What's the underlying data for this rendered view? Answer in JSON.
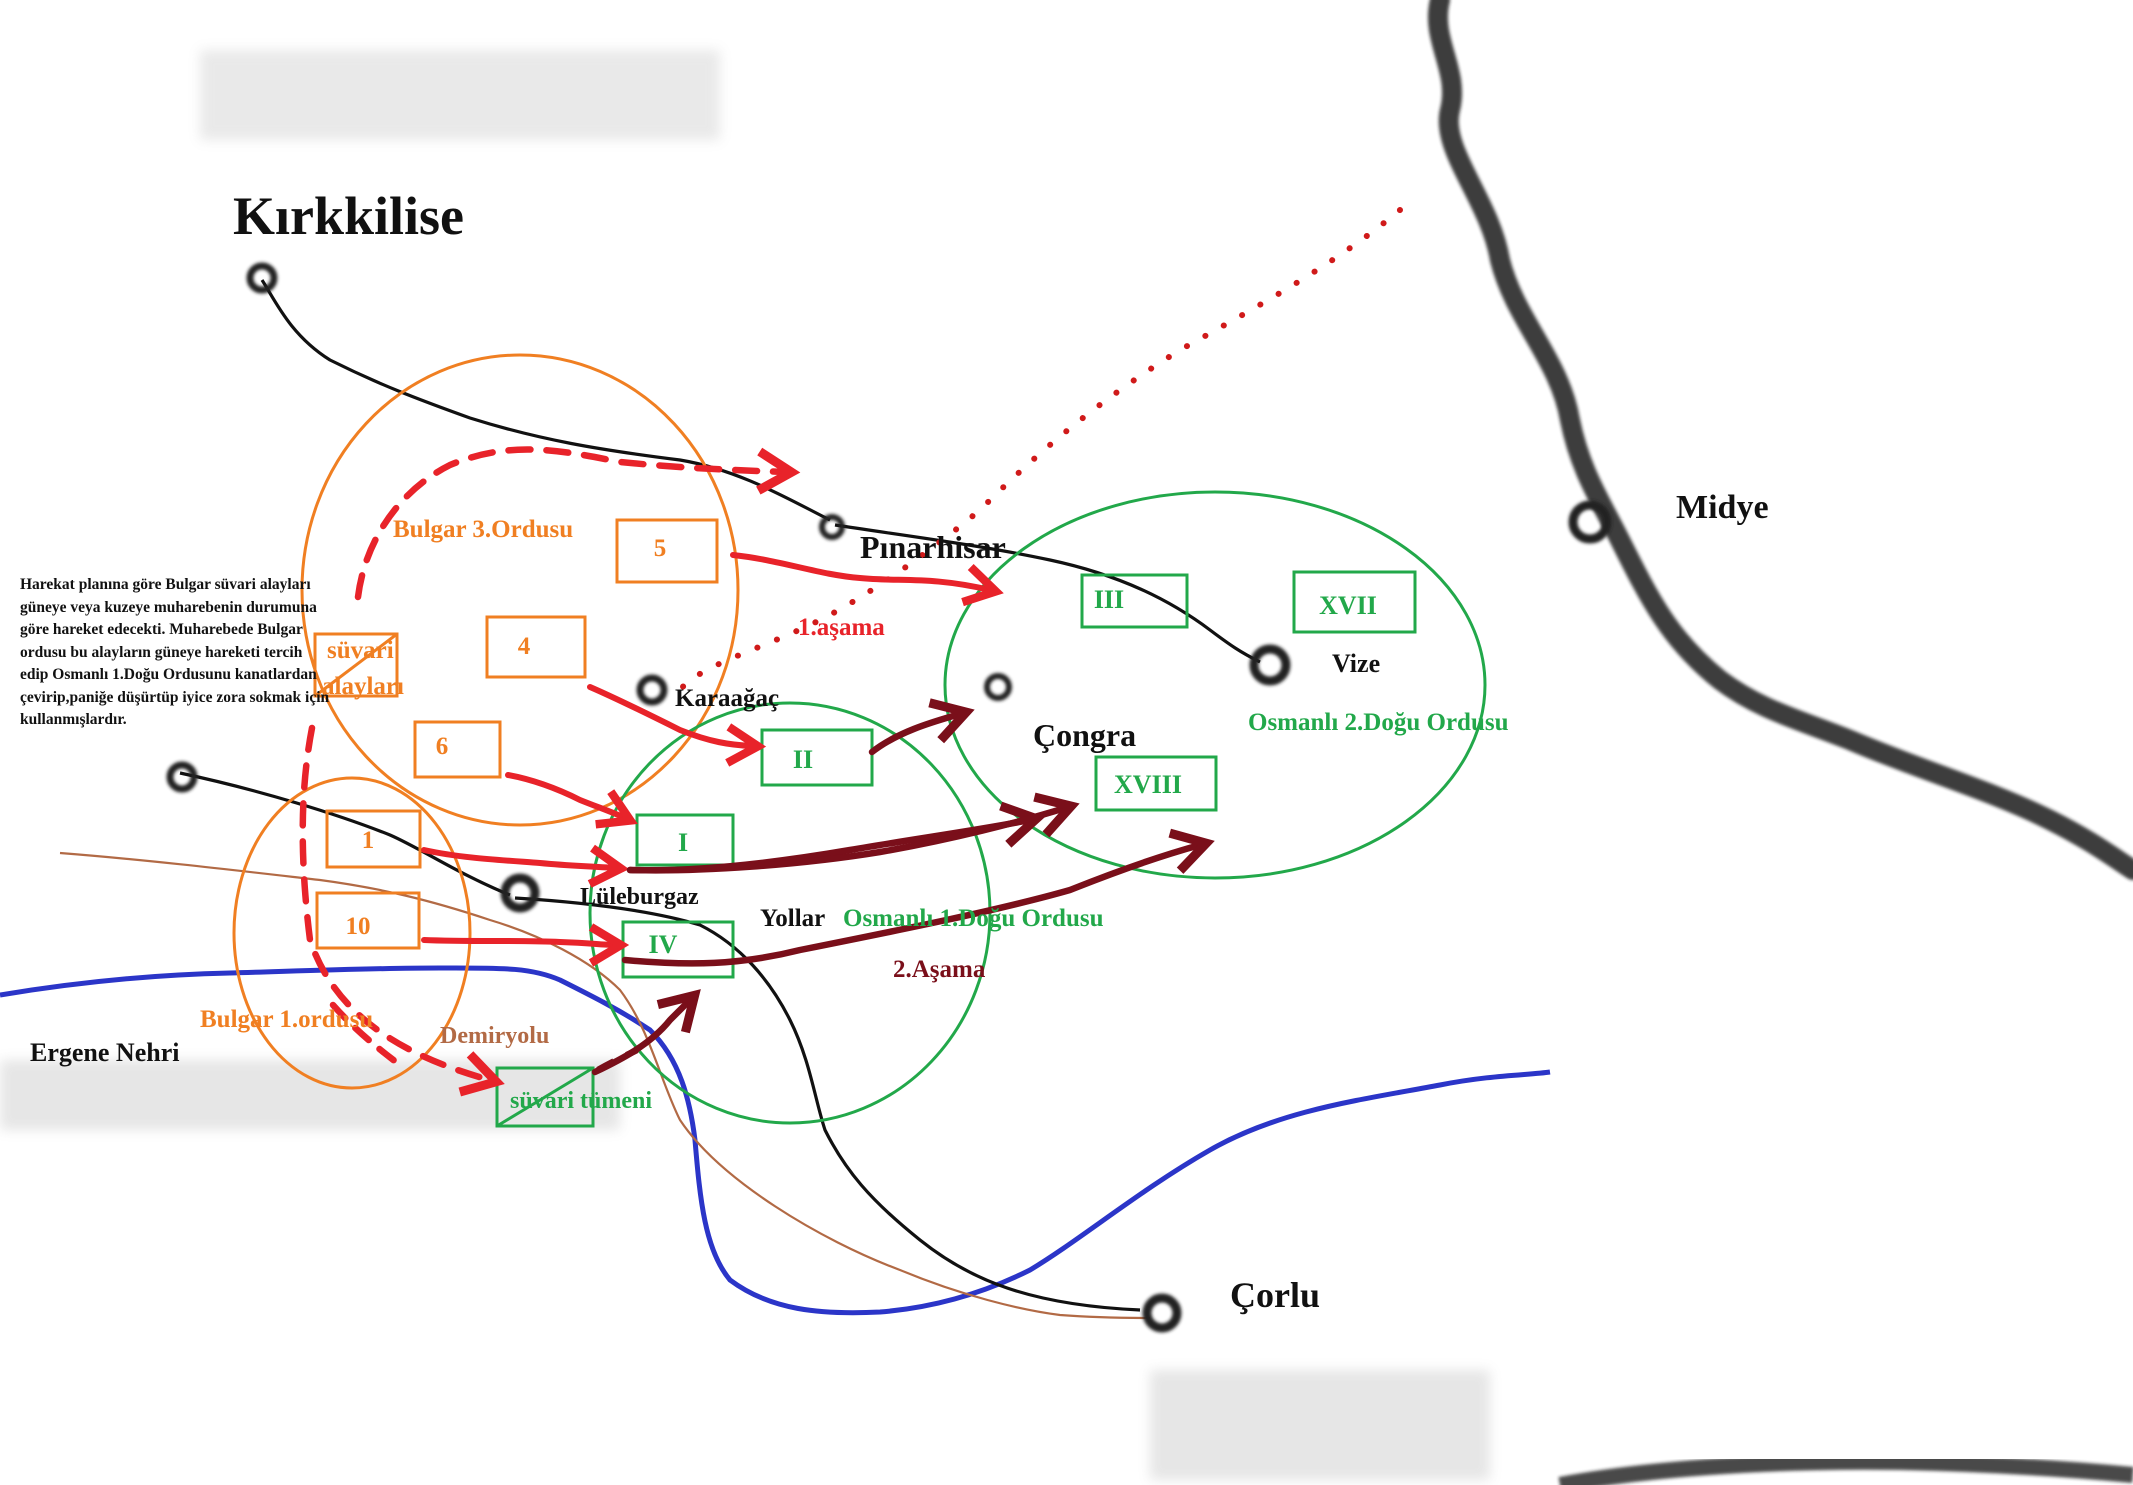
{
  "places": {
    "kirkkilise": "Kırkkilise",
    "pinarhisar": "Pınarhisar",
    "midye": "Midye",
    "vize": "Vize",
    "karaagac": "Karaağaç",
    "congra": "Çongra",
    "luleburgaz": "Lüleburgaz",
    "yollar": "Yollar",
    "corlu": "Çorlu"
  },
  "features": {
    "ergene": "Ergene Nehri",
    "railway": "Demiryolu"
  },
  "armies": {
    "bulgar3": "Bulgar 3.Ordusu",
    "bulgar1": "Bulgar 1.ordusu",
    "ottoman1": "Osmanlı 1.Doğu Ordusu",
    "ottoman2": "Osmanlı 2.Doğu Ordusu"
  },
  "units": {
    "bulgar": [
      "5",
      "4",
      "6",
      "1",
      "10"
    ],
    "bulgar_cavalry": "süvari alayları",
    "ottoman": [
      "III",
      "XVII",
      "II",
      "XVIII",
      "I",
      "IV"
    ],
    "ottoman_cavalry": "süvari tümeni"
  },
  "phases": {
    "phase1": "1.aşama",
    "phase2": "2.Aşama"
  },
  "note": "Harekat planına göre Bulgar süvari alayları güneye veya kuzeye muharebenin durumuna göre hareket edecekti. Muharebede Bulgar ordusu bu alayların güneye hareketi tercih edip Osmanlı 1.Doğu Ordusunu kanatlardan çevirip,paniğe düşürtüp iyice zora sokmak için kullanmışlardır.",
  "colors": {
    "bulgar": "#f07f22",
    "ottoman": "#22a84a",
    "phase1_arrow": "#e8232a",
    "phase2_arrow": "#7a0f1a",
    "river": "#2b35c8",
    "railway": "#b26a45",
    "road": "#111111",
    "coast": "#1e1e1e"
  }
}
